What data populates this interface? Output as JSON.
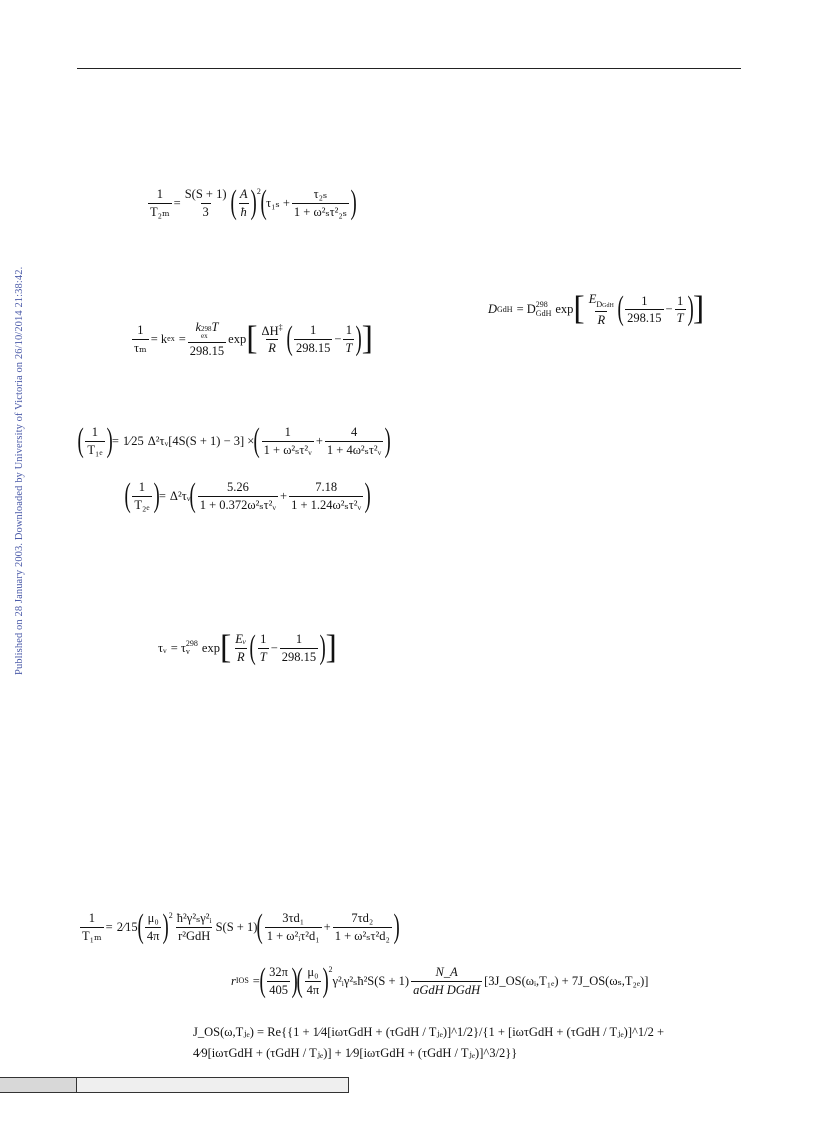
{
  "sidebar_note": "Published on 28 January 2003. Downloaded by University of Victoria on 26/10/2014 21:38:42.",
  "eq_t2m": {
    "lhs_num": "1",
    "lhs_den": "T₂ₘ",
    "eq": "=",
    "f1_num": "S(S + 1)",
    "f1_den": "3",
    "f2_num": "A",
    "f2_den": "ħ",
    "pow": "2",
    "t1": "τ₁ₛ +",
    "f3_num": "τ₂ₛ",
    "f3_den": "1 + ω²ₛτ²₂ₛ"
  },
  "eq_dgdh": {
    "lhs": "D",
    "lhs_sub": "GdH",
    "eq": "= D",
    "sup": "298",
    "sub": "GdH",
    "exp": "exp",
    "f1_num": "E",
    "f1_num_sub": "D",
    "f1_num_subsub": "GdH",
    "f1_den": "R",
    "f2_num": "1",
    "f2_den": "298.15",
    "minus": "−",
    "f3_num": "1",
    "f3_den": "T"
  },
  "eq_taum": {
    "lhs_num": "1",
    "lhs_den": "τₘ",
    "eq": "= k",
    "eq_sub": "ex",
    "eq2": "=",
    "f1_num": "k",
    "f1_num_sup": "298",
    "f1_num_sub": "ex",
    "f1_num_tail": "T",
    "f1_den": "298.15",
    "exp": "exp",
    "f2_num": "ΔH",
    "f2_num_sup": "‡",
    "f2_den": "R",
    "f3_num": "1",
    "f3_den": "298.15",
    "minus": "−",
    "f4_num": "1",
    "f4_den": "T"
  },
  "eq_t1e": {
    "lhs_num": "1",
    "lhs_den": "T₁ₑ",
    "eq": "=",
    "coef": "1⁄25",
    "mid": "Δ²τᵥ[4S(S + 1) − 3] ×",
    "f1_num": "1",
    "f1_den": "1 + ω²ₛτ²ᵥ",
    "plus": "+",
    "f2_num": "4",
    "f2_den": "1 + 4ω²ₛτ²ᵥ"
  },
  "eq_t2e": {
    "lhs_num": "1",
    "lhs_den": "T₂ₑ",
    "eq": "=",
    "mid": "Δ²τᵥ",
    "f1_num": "5.26",
    "f1_den": "1 + 0.372ω²ₛτ²ᵥ",
    "plus": "+",
    "f2_num": "7.18",
    "f2_den": "1 + 1.24ω²ₛτ²ᵥ"
  },
  "eq_tauv": {
    "lhs": "τᵥ",
    "eq": "= τ",
    "sup": "298",
    "sub": "v",
    "exp": "exp",
    "f1_num": "Eᵥ",
    "f1_den": "R",
    "f2_num": "1",
    "f2_den": "T",
    "minus": "−",
    "f3_num": "1",
    "f3_den": "298.15"
  },
  "eq_t1m": {
    "lhs_num": "1",
    "lhs_den": "T₁ₘ",
    "eq": "=",
    "coef": "2⁄15",
    "f1_num": "μ₀",
    "f1_den": "4π",
    "pow": "2",
    "f2_num": "ħ²γ²ₛγ²ᵢ",
    "f2_den": "r²GdH",
    "mid": "S(S + 1)",
    "f3_num": "3τd₁",
    "f3_den": "1 + ω²ᵢτ²d₁",
    "plus": "+",
    "f4_num": "7τd₂",
    "f4_den": "1 + ω²ₛτ²d₂"
  },
  "eq_rios": {
    "lhs": "r",
    "lhs_sub": "IOS",
    "eq": "=",
    "f1_num": "32π",
    "f1_den": "405",
    "f2_num": "μ₀",
    "f2_den": "4π",
    "pow": "2",
    "mid": "γ²ᵢγ²ₛħ²S(S + 1)",
    "f3_num": "N_A",
    "f3_den": "aGdH DGdH",
    "tail": "[3J_OS(ωᵢ,T₁ₑ) + 7J_OS(ωₛ,T₂ₑ)]"
  },
  "eq_jos": {
    "line1": "J_OS(ω,Tⱼₑ) = Re{{1 + 1⁄4[iωτGdH + (τGdH / Tⱼₑ)]^1/2}/{1 + [iωτGdH + (τGdH / Tⱼₑ)]^1/2 +",
    "line2": "4⁄9[iωτGdH + (τGdH / Tⱼₑ)] + 1⁄9[iωτGdH + (τGdH / Tⱼₑ)]^3/2}}"
  }
}
